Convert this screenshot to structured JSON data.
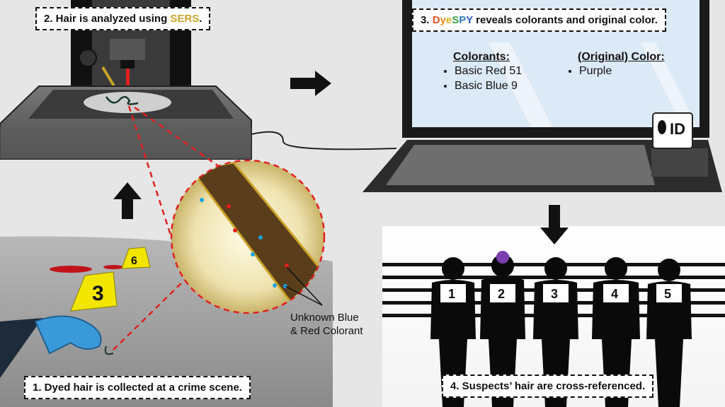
{
  "steps": {
    "step1": "1. Dyed hair is collected at a crime scene.",
    "step2_prefix": "2. Hair is analyzed using ",
    "step2_highlight": "SERS",
    "step2_suffix": ".",
    "step3_prefix": "3. ",
    "step3_brand": [
      "D",
      "y",
      "e",
      "S",
      "P",
      "Y"
    ],
    "step3_suffix": " reveals colorants and original color.",
    "step4": "4. Suspects’ hair are cross-referenced."
  },
  "screen": {
    "colorants_heading": "Colorants:",
    "colorants": [
      "Basic Red 51",
      "Basic Blue 9"
    ],
    "color_heading": "(Original) Color:",
    "colors": [
      "Purple"
    ]
  },
  "id_card": "ID",
  "hair_label": [
    "Unknown Blue",
    "& Red Colorant"
  ],
  "evidence_markers": [
    "3",
    "6"
  ],
  "suspects": [
    "1",
    "2",
    "3",
    "4",
    "5"
  ],
  "colors": {
    "sers": "#c9a227",
    "brand": [
      "#e8541e",
      "#f08a1c",
      "#d9b21a",
      "#3aa64a",
      "#2f7fc1",
      "#2f5fb8"
    ],
    "laser": "#e02020",
    "glove": "#3a9ad9",
    "purple_hair": "#7b3fb0",
    "marker": "#f2e600"
  }
}
